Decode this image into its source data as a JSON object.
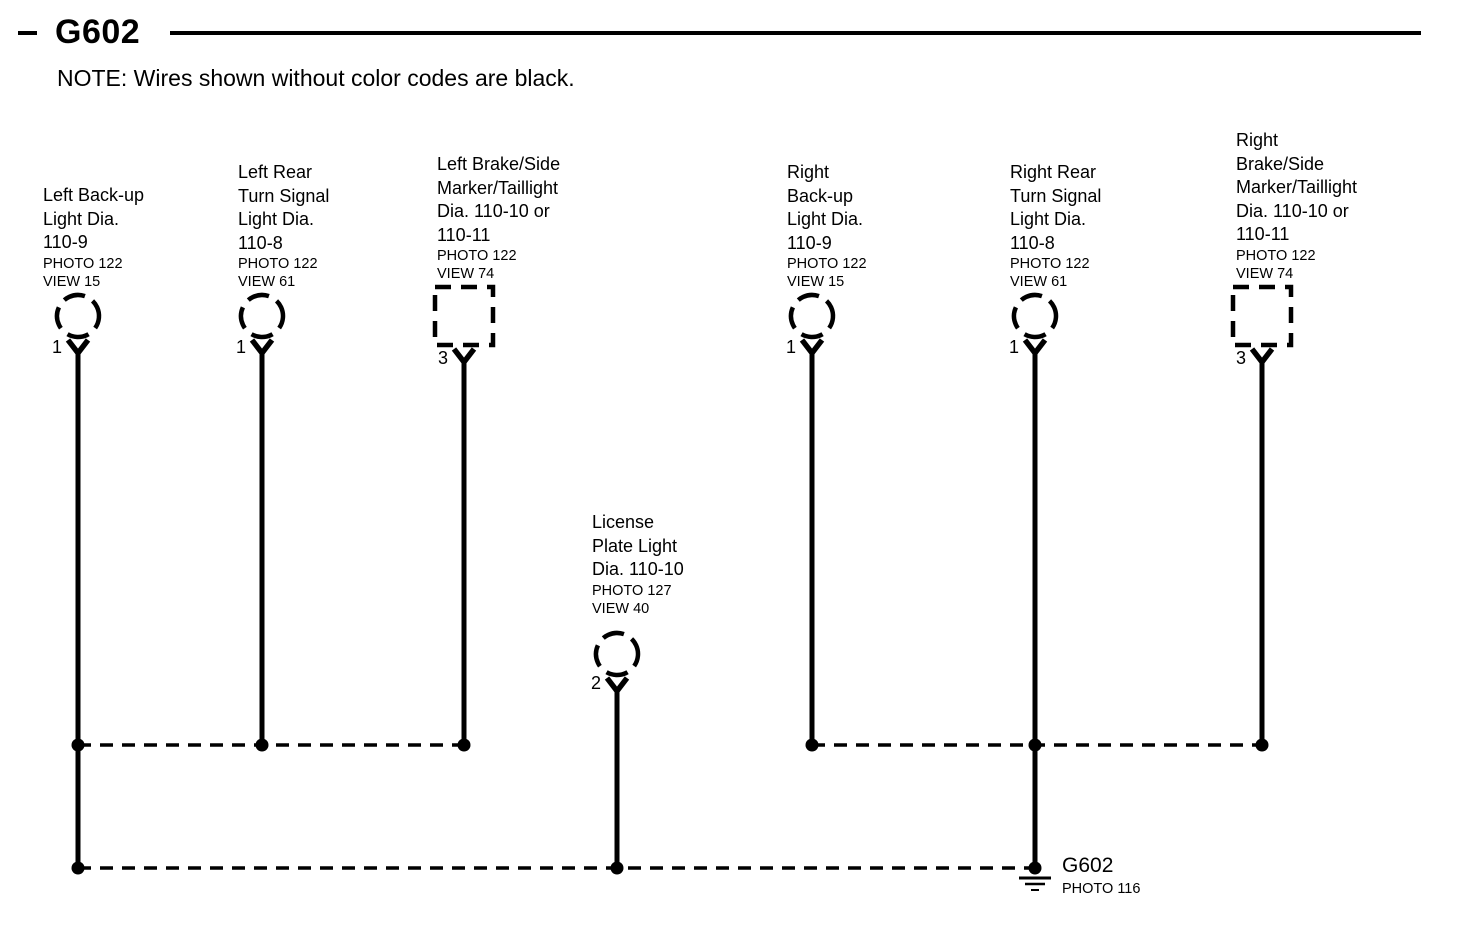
{
  "header": {
    "title": "G602"
  },
  "note": "NOTE: Wires shown without color codes are black.",
  "colors": {
    "ink": "#000000",
    "background": "#ffffff"
  },
  "components": [
    {
      "id": "left-backup-light",
      "title": "Left Back-up\nLight Dia.\n110-9",
      "photo": "PHOTO 122",
      "view": "VIEW 15",
      "pin": "1",
      "connector": "circle"
    },
    {
      "id": "left-rear-turn-signal-light",
      "title": "Left Rear\nTurn Signal\nLight Dia.\n110-8",
      "photo": "PHOTO 122",
      "view": "VIEW 61",
      "pin": "1",
      "connector": "circle"
    },
    {
      "id": "left-brake-side-marker-taillight",
      "title": "Left Brake/Side\nMarker/Taillight\nDia.  110-10 or\n110-11",
      "photo": "PHOTO 122",
      "view": "VIEW 74",
      "pin": "3",
      "connector": "square"
    },
    {
      "id": "license-plate-light",
      "title": "License\nPlate Light\nDia. 110-10",
      "photo": "PHOTO 127",
      "view": "VIEW 40",
      "pin": "2",
      "connector": "circle"
    },
    {
      "id": "right-backup-light",
      "title": "Right\nBack-up\nLight Dia.\n110-9",
      "photo": "PHOTO 122",
      "view": "VIEW 15",
      "pin": "1",
      "connector": "circle"
    },
    {
      "id": "right-rear-turn-signal-light",
      "title": "Right Rear\nTurn Signal\nLight Dia.\n110-8",
      "photo": "PHOTO 122",
      "view": "VIEW 61",
      "pin": "1",
      "connector": "circle"
    },
    {
      "id": "right-brake-side-marker-taillight",
      "title": "Right\nBrake/Side\nMarker/Taillight\nDia. 110-10 or\n110-11",
      "photo": "PHOTO 122",
      "view": "VIEW 74",
      "pin": "3",
      "connector": "square"
    }
  ],
  "ground": {
    "label": "G602",
    "photo": "PHOTO 116"
  },
  "connections": [
    {
      "junction": "left-dashed-junction",
      "members": [
        "left-backup-light",
        "left-rear-turn-signal-light",
        "left-brake-side-marker-taillight"
      ]
    },
    {
      "junction": "right-dashed-junction",
      "members": [
        "right-backup-light",
        "right-rear-turn-signal-light",
        "right-brake-side-marker-taillight"
      ]
    },
    {
      "junction": "ground-bus",
      "members": [
        "left-dashed-junction",
        "license-plate-light",
        "right-dashed-junction"
      ],
      "ground": "G602"
    }
  ]
}
